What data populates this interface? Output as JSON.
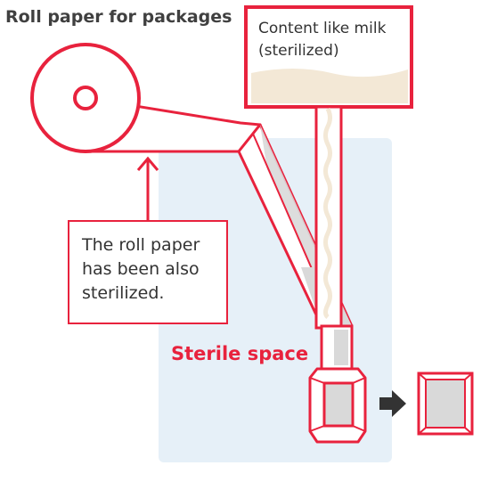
{
  "roll_paper_label": "Roll paper for packages",
  "content_label": "Content like milk\n(sterilized)",
  "roll_note": "The roll paper\nhas been also\nsterilized.",
  "sterile_space_label": "Sterile space",
  "colors": {
    "accent_red": "#e8223d",
    "sterile_zone": "#e6f0f8",
    "milk": "#f3e8d6",
    "paper_gray": "#d9d9d9",
    "arrow": "#333333"
  }
}
